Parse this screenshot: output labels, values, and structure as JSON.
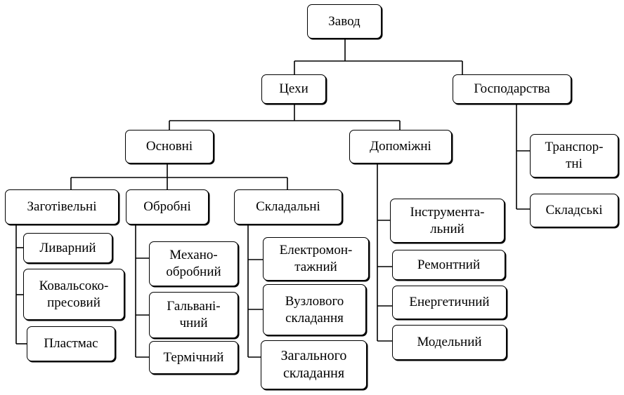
{
  "root": {
    "label": "Завод"
  },
  "level1": {
    "workshops": "Цехи",
    "services": "Господарства"
  },
  "level2": {
    "main": "Основні",
    "auxiliary": "Допоміжні"
  },
  "services_children": {
    "transport": "Транспор-\nтні",
    "warehouse": "Складські"
  },
  "main_groups": {
    "blank": "Заготівельні",
    "processing": "Обробні",
    "assembly": "Складальні"
  },
  "blank_children": {
    "casting": "Ливарний",
    "forging": "Ковальсоко-\nпресовий",
    "plastics": "Пластмас"
  },
  "processing_children": {
    "machining": "Механо-\nобробний",
    "galvanic": "Гальвані-\nчний",
    "thermal": "Термічний"
  },
  "assembly_children": {
    "electrical": "Електромон-\nтажний",
    "unit": "Вузлового\nскладання",
    "general": "Загального\nскладання"
  },
  "auxiliary_children": {
    "tooling": "Інструмента-\nльний",
    "repair": "Ремонтний",
    "energy": "Енергетичний",
    "model": "Модельний"
  }
}
